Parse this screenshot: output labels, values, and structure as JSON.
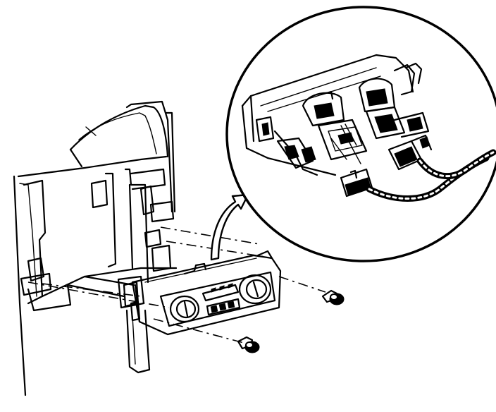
{
  "figure": {
    "background": "#ffffff",
    "ink": "#000000",
    "parts": [
      {
        "name": "instrument-panel-carrier"
      },
      {
        "name": "hvac-control-module"
      },
      {
        "name": "mounting-screw-upper"
      },
      {
        "name": "mounting-screw-lower"
      },
      {
        "name": "detail-view-circle"
      },
      {
        "name": "electrical-connector-small"
      },
      {
        "name": "electrical-connector-large"
      },
      {
        "name": "wiring-harness"
      }
    ]
  }
}
